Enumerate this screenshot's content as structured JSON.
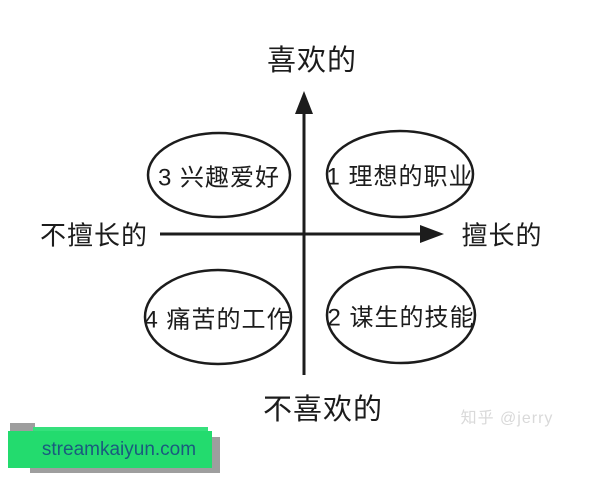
{
  "diagram": {
    "axis_labels": {
      "top": "喜欢的",
      "bottom": "不喜欢的",
      "left": "不擅长的",
      "right": "擅长的"
    },
    "quadrants": [
      {
        "position": "top-left",
        "label": "3 兴趣爱好"
      },
      {
        "position": "top-right",
        "label": "1 理想的职业"
      },
      {
        "position": "bottom-left",
        "label": "4 痛苦的工作"
      },
      {
        "position": "bottom-right",
        "label": "2 谋生的技能"
      }
    ],
    "colors": {
      "stroke": "#1c1c1c",
      "background": "#ffffff"
    }
  },
  "watermark": {
    "text": "知乎 @jerry",
    "color": "#d9d9d9"
  },
  "banner": {
    "text": "streamkaiyun.com",
    "green": "#23db6e",
    "green_light": "#35e07c",
    "shadow_gray": "#9e9e9e",
    "text_color": "#1a5b7e"
  }
}
